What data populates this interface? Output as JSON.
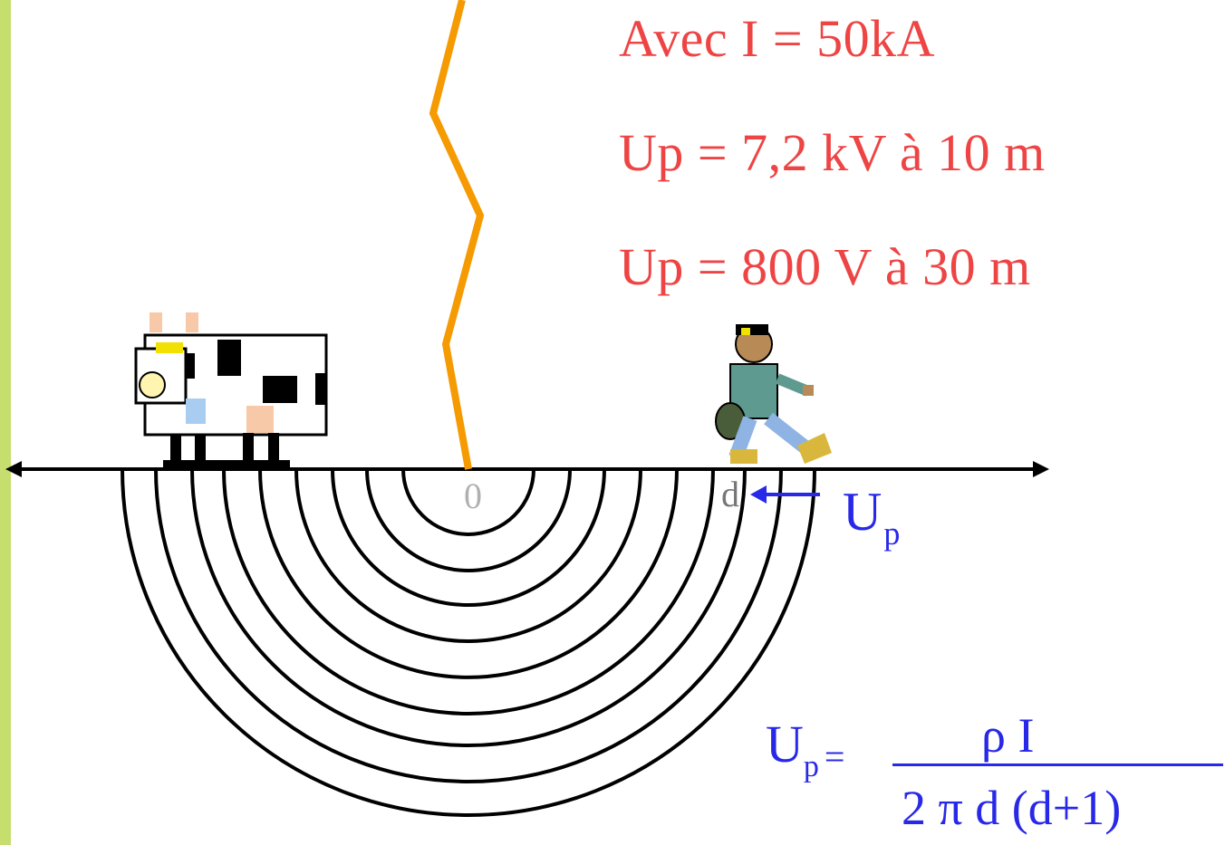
{
  "colors": {
    "sidebar": "#c5de6e",
    "lightning": "#f59a00",
    "info_text": "#ee4444",
    "formula_text": "#2828e8",
    "ground_line": "#000000"
  },
  "info": {
    "line1": "Avec I = 50kA",
    "line2": "Up = 7,2 kV à 10 m",
    "line3": "Up = 800 V à 30 m"
  },
  "diagram": {
    "origin_label": "0",
    "distance_label": "d",
    "arrow_label_main": "U",
    "arrow_label_sub": "p"
  },
  "formula": {
    "lhs_main": "U",
    "lhs_sub": "p",
    "equals": "=",
    "numerator": "ρ I",
    "denominator": "2 π d (d+1)"
  },
  "icons": {
    "cow": "cow-icon",
    "person": "walking-person-icon",
    "lightning": "lightning-bolt-icon"
  }
}
